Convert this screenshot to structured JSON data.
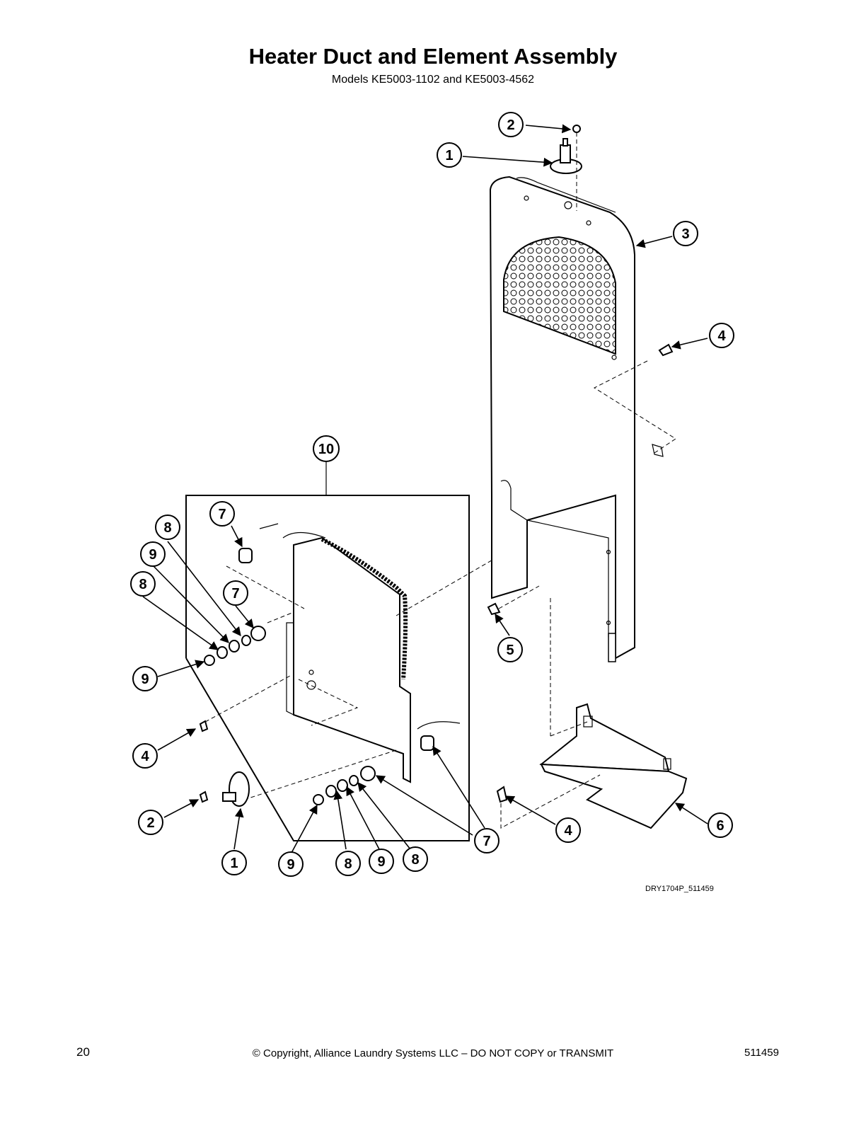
{
  "title": "Heater Duct and Element Assembly",
  "subtitle": "Models KE5003-1102 and KE5003-4562",
  "drawing_code": "DRY1704P_511459",
  "footer": {
    "page_number": "20",
    "copyright": "© Copyright, Alliance Laundry Systems LLC – DO NOT COPY or TRANSMIT",
    "doc_number": "511459"
  },
  "callouts": [
    "2",
    "1",
    "3",
    "4",
    "10",
    "7",
    "8",
    "9",
    "8",
    "7",
    "9",
    "5",
    "4",
    "2",
    "6",
    "1",
    "9",
    "8",
    "9",
    "8",
    "7",
    "4"
  ]
}
